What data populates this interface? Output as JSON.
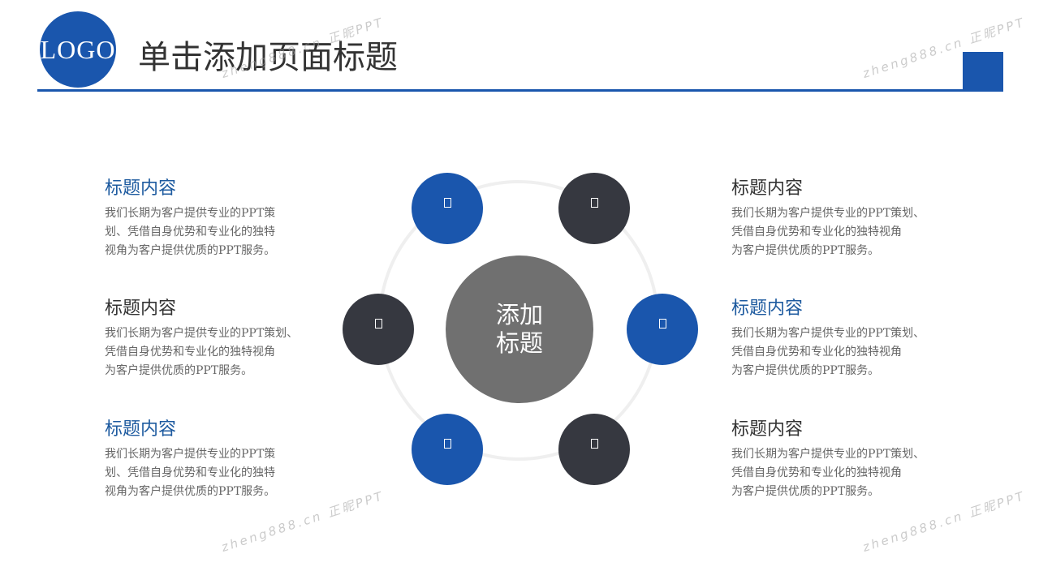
{
  "header": {
    "logo_text": "LOGO",
    "title": "单击添加页面标题",
    "accent_color": "#1a56ad"
  },
  "watermark": "zheng888.cn 正昵PPT",
  "hub": {
    "line1": "添加",
    "line2": "标题"
  },
  "nodes": [
    {
      "color": "blue",
      "icon": "placeholder-icon"
    },
    {
      "color": "dark",
      "icon": "placeholder-icon"
    },
    {
      "color": "dark",
      "icon": "placeholder-icon"
    },
    {
      "color": "blue",
      "icon": "placeholder-icon"
    },
    {
      "color": "blue",
      "icon": "placeholder-icon"
    },
    {
      "color": "dark",
      "icon": "placeholder-icon"
    }
  ],
  "colors": {
    "blue": "#1a56ad",
    "dark": "#363840",
    "hub": "#707070"
  },
  "left_blocks": [
    {
      "title": "标题内容",
      "body": "我们长期为客户提供专业的PPT策\n划、凭借自身优势和专业化的独特\n视角为客户提供优质的PPT服务。"
    },
    {
      "title": "标题内容",
      "body": "我们长期为客户提供专业的PPT策划、\n凭借自身优势和专业化的独特视角\n为客户提供优质的PPT服务。"
    },
    {
      "title": "标题内容",
      "body": "我们长期为客户提供专业的PPT策\n划、凭借自身优势和专业化的独特\n视角为客户提供优质的PPT服务。"
    }
  ],
  "right_blocks": [
    {
      "title": "标题内容",
      "body": "我们长期为客户提供专业的PPT策划、\n凭借自身优势和专业化的独特视角\n为客户提供优质的PPT服务。"
    },
    {
      "title": "标题内容",
      "body": "我们长期为客户提供专业的PPT策划、\n凭借自身优势和专业化的独特视角\n为客户提供优质的PPT服务。"
    },
    {
      "title": "标题内容",
      "body": "我们长期为客户提供专业的PPT策划、\n凭借自身优势和专业化的独特视角\n为客户提供优质的PPT服务。"
    }
  ]
}
